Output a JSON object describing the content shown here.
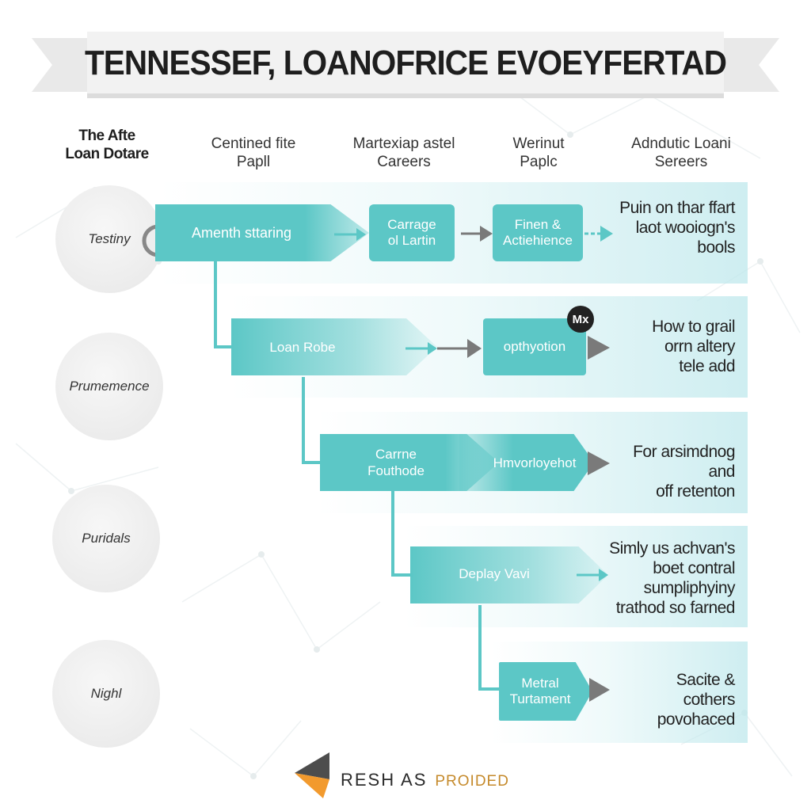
{
  "title": "TENNESSEF, LOANOFRICE EVOEYFERTAD",
  "columns": {
    "stage_header": [
      "The Afte",
      "Loan Dotare"
    ],
    "col1": [
      "Centined fite",
      "Papll"
    ],
    "col2": [
      "Martexiap astel",
      "Careers"
    ],
    "col3": [
      "Werinut",
      "Paplc"
    ],
    "col4": [
      "Adndutic Loani",
      "Sereers"
    ]
  },
  "stages": [
    "Testiny",
    "Prumemence",
    "Puridals",
    "Nighl"
  ],
  "rows": [
    {
      "main_label": "Amenth sttaring",
      "box1": [
        "Carrage",
        "ol Lartin"
      ],
      "box2": [
        "Finen &",
        "Actiehience"
      ],
      "desc": [
        "Puin on thar ffart",
        "laot wooiogn's",
        "bools"
      ]
    },
    {
      "main_label": "Loan Robe",
      "box1": [
        "opthyotion"
      ],
      "badge": "Mx",
      "desc": [
        "How to grail",
        "orrn altery",
        "tele add"
      ]
    },
    {
      "main_label": [
        "Carrne",
        "Fouthode"
      ],
      "box1": [
        "Hmvorloyehot"
      ],
      "desc": [
        "For arsimdnog and",
        "off retenton"
      ]
    },
    {
      "main_label": "Deplay Vavi",
      "desc": [
        "Simly us achvan's",
        "boet contral",
        "sumpliphyiny",
        "trathod so farned"
      ]
    },
    {
      "main_label": [
        "Metral",
        "Turtament"
      ],
      "desc": [
        "Sacite &",
        "cothers",
        "povohaced"
      ]
    }
  ],
  "footer": {
    "brand": "RESH AS",
    "brand_suffix": "PROIDED"
  },
  "colors": {
    "teal": "#5cc7c6",
    "band": "#bfe8ec",
    "circle": "#ececec",
    "logo_orange": "#f29a2e",
    "logo_gray": "#555555"
  },
  "icons": [
    "ring-icon",
    "arrow-right-icon",
    "logo-mark-icon"
  ]
}
